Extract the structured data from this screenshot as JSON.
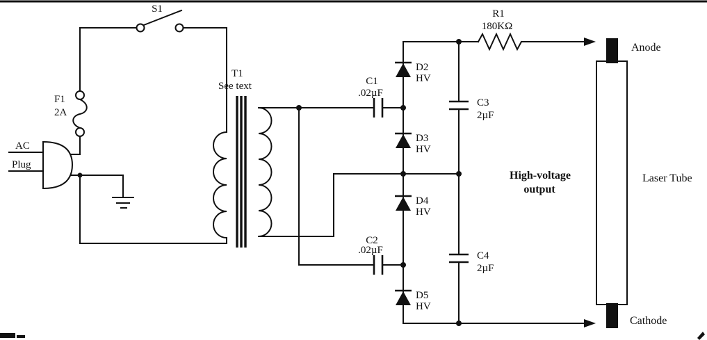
{
  "components": {
    "s1": {
      "ref": "S1"
    },
    "f1": {
      "ref": "F1",
      "value": "2A"
    },
    "plug": {
      "line1": "AC",
      "line2": "Plug"
    },
    "t1": {
      "ref": "T1",
      "note": "See text"
    },
    "c1": {
      "ref": "C1",
      "value": ".02µF"
    },
    "c2": {
      "ref": "C2",
      "value": ".02µF"
    },
    "c3": {
      "ref": "C3",
      "value": "2µF"
    },
    "c4": {
      "ref": "C4",
      "value": "2µF"
    },
    "d2": {
      "ref": "D2",
      "value": "HV"
    },
    "d3": {
      "ref": "D3",
      "value": "HV"
    },
    "d4": {
      "ref": "D4",
      "value": "HV"
    },
    "d5": {
      "ref": "D5",
      "value": "HV"
    },
    "r1": {
      "ref": "R1",
      "value": "180KΩ"
    }
  },
  "annotations": {
    "high_voltage_1": "High-voltage",
    "high_voltage_2": "output",
    "laser_tube": "Laser Tube",
    "anode": "Anode",
    "cathode": "Cathode"
  },
  "colors": {
    "ink": "#111111",
    "paper": "#ffffff"
  }
}
